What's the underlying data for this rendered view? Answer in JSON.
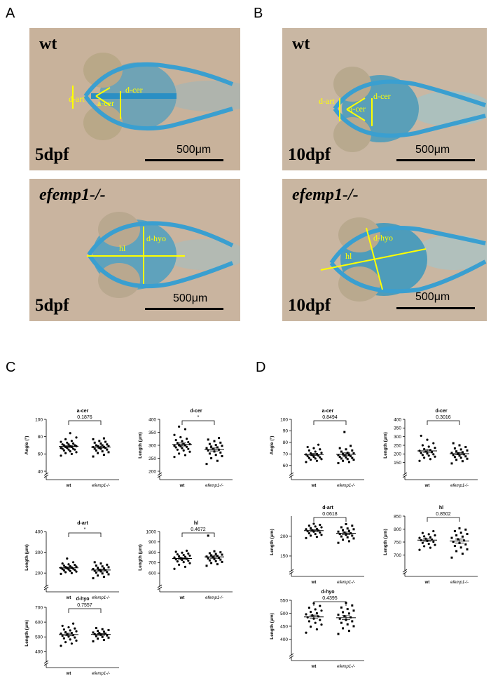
{
  "panels": {
    "A": "A",
    "B": "B",
    "C": "C",
    "D": "D"
  },
  "photos": [
    {
      "genotype": "wt",
      "stage": "5dpf",
      "scale": "500μm",
      "labels": [
        "d-art",
        "a-cer",
        "d-cer"
      ]
    },
    {
      "genotype": "wt",
      "stage": "10dpf",
      "scale": "500μm",
      "labels": [
        "d-art",
        "a-cer",
        "d-cer"
      ]
    },
    {
      "genotype": "efemp1-/-",
      "stage": "5dpf",
      "scale": "500μm",
      "labels": [
        "hl",
        "d-hyo"
      ]
    },
    {
      "genotype": "efemp1-/-",
      "stage": "10dpf",
      "scale": "500μm",
      "labels": [
        "hl",
        "d-hyo"
      ]
    }
  ],
  "chart_data": [
    {
      "panel": "C",
      "type": "scatter",
      "title": "a-cer",
      "ylabel": "Angle (°)",
      "ylim": [
        40,
        100
      ],
      "yticks": [
        40,
        60,
        80,
        100
      ],
      "categories": [
        "wt",
        "efemp1-/-"
      ],
      "pvalue": "0.1876",
      "series": [
        {
          "name": "wt",
          "values": [
            58,
            60,
            61,
            62,
            63,
            64,
            65,
            65,
            66,
            66,
            67,
            67,
            68,
            68,
            69,
            69,
            70,
            70,
            71,
            71,
            72,
            73,
            74,
            75,
            77,
            79,
            84
          ]
        },
        {
          "name": "efemp1-/-",
          "values": [
            57,
            59,
            61,
            62,
            63,
            64,
            65,
            66,
            66,
            67,
            67,
            68,
            68,
            69,
            69,
            70,
            70,
            71,
            72,
            73,
            74,
            75,
            77,
            78
          ]
        }
      ]
    },
    {
      "panel": "C",
      "type": "scatter",
      "title": "d-cer",
      "ylabel": "Length (μm)",
      "ylim": [
        200,
        400
      ],
      "yticks": [
        200,
        250,
        300,
        350,
        400
      ],
      "categories": [
        "wt",
        "efemp1-/-"
      ],
      "pvalue": "*",
      "series": [
        {
          "name": "wt",
          "values": [
            255,
            262,
            268,
            275,
            280,
            283,
            286,
            289,
            292,
            294,
            296,
            298,
            300,
            302,
            304,
            306,
            309,
            312,
            316,
            320,
            325,
            331,
            340,
            362,
            372
          ]
        },
        {
          "name": "efemp1-/-",
          "values": [
            228,
            240,
            250,
            258,
            263,
            268,
            272,
            276,
            280,
            283,
            286,
            289,
            292,
            295,
            298,
            301,
            305,
            310,
            316,
            322,
            328
          ]
        }
      ]
    },
    {
      "panel": "C",
      "type": "scatter",
      "title": "d-art",
      "ylabel": "Length (μm)",
      "ylim": [
        150,
        400
      ],
      "yticks": [
        200,
        300,
        400
      ],
      "categories": [
        "wt",
        "efemp1-/-"
      ],
      "pvalue": "*",
      "series": [
        {
          "name": "wt",
          "values": [
            196,
            200,
            204,
            207,
            210,
            213,
            215,
            217,
            219,
            221,
            223,
            225,
            227,
            229,
            231,
            233,
            236,
            239,
            242,
            246,
            252,
            270
          ]
        },
        {
          "name": "efemp1-/-",
          "values": [
            175,
            182,
            188,
            194,
            198,
            202,
            205,
            208,
            211,
            214,
            216,
            219,
            222,
            225,
            228,
            232,
            236,
            240,
            246,
            252
          ]
        }
      ]
    },
    {
      "panel": "C",
      "type": "scatter",
      "title": "hl",
      "ylabel": "Length (μm)",
      "ylim": [
        500,
        1000
      ],
      "yticks": [
        600,
        700,
        800,
        900,
        1000
      ],
      "categories": [
        "wt",
        "efemp1-/-"
      ],
      "pvalue": "0.4672",
      "series": [
        {
          "name": "wt",
          "values": [
            640,
            660,
            680,
            695,
            705,
            712,
            720,
            726,
            732,
            738,
            744,
            750,
            756,
            762,
            768,
            774,
            780,
            788,
            796,
            805,
            815
          ]
        },
        {
          "name": "efemp1-/-",
          "values": [
            670,
            685,
            697,
            707,
            715,
            722,
            729,
            735,
            741,
            747,
            753,
            759,
            765,
            771,
            777,
            784,
            791,
            800,
            810,
            960
          ]
        }
      ]
    },
    {
      "panel": "C",
      "type": "scatter",
      "title": "d-hyo",
      "ylabel": "Length (μm)",
      "ylim": [
        350,
        700
      ],
      "yticks": [
        400,
        500,
        600,
        700
      ],
      "categories": [
        "wt",
        "efemp1-/-"
      ],
      "pvalue": "0.7557",
      "series": [
        {
          "name": "wt",
          "values": [
            440,
            455,
            465,
            475,
            483,
            490,
            496,
            502,
            507,
            512,
            517,
            522,
            527,
            532,
            538,
            544,
            550,
            557,
            565,
            575,
            590
          ]
        },
        {
          "name": "efemp1-/-",
          "values": [
            470,
            480,
            488,
            495,
            500,
            505,
            510,
            514,
            518,
            522,
            526,
            530,
            535,
            540,
            546,
            552,
            560
          ]
        }
      ]
    },
    {
      "panel": "D",
      "type": "scatter",
      "title": "a-cer",
      "ylabel": "Angle (°)",
      "ylim": [
        55,
        100
      ],
      "yticks": [
        60,
        70,
        80,
        90,
        100
      ],
      "categories": [
        "wt",
        "efemp1-/-"
      ],
      "pvalue": "0.8494",
      "series": [
        {
          "name": "wt",
          "values": [
            63,
            64,
            65,
            65.5,
            66,
            66.5,
            67,
            67.5,
            68,
            68.5,
            69,
            69.5,
            70,
            70.5,
            71,
            72,
            73,
            74,
            75,
            76,
            78
          ]
        },
        {
          "name": "efemp1-/-",
          "values": [
            62,
            63,
            64,
            65,
            65.5,
            66,
            66.5,
            67,
            67.5,
            68,
            68.5,
            69,
            69.5,
            70,
            70.5,
            71,
            72,
            73,
            74,
            75,
            77,
            89
          ]
        }
      ]
    },
    {
      "panel": "D",
      "type": "scatter",
      "title": "d-cer",
      "ylabel": "Length (μm)",
      "ylim": [
        100,
        400
      ],
      "yticks": [
        150,
        200,
        250,
        300,
        350,
        400
      ],
      "categories": [
        "wt",
        "efemp1-/-"
      ],
      "pvalue": "0.3016",
      "series": [
        {
          "name": "wt",
          "values": [
            160,
            170,
            178,
            184,
            190,
            194,
            198,
            202,
            206,
            210,
            214,
            218,
            222,
            228,
            235,
            242,
            250,
            262,
            282,
            305
          ]
        },
        {
          "name": "efemp1-/-",
          "values": [
            145,
            158,
            166,
            172,
            178,
            182,
            186,
            190,
            194,
            198,
            202,
            206,
            210,
            215,
            220,
            226,
            232,
            240,
            250,
            262
          ]
        }
      ]
    },
    {
      "panel": "D",
      "type": "scatter",
      "title": "d-art",
      "ylabel": "Length (μm)",
      "ylim": [
        120,
        250
      ],
      "yticks": [
        150,
        200
      ],
      "categories": [
        "wt",
        "efemp1-/-"
      ],
      "pvalue": "0.0618",
      "series": [
        {
          "name": "wt",
          "values": [
            195,
            198,
            201,
            203,
            205,
            207,
            209,
            211,
            212,
            214,
            215,
            217,
            218,
            220,
            222,
            224,
            226,
            228,
            231
          ]
        },
        {
          "name": "efemp1-/-",
          "values": [
            183,
            187,
            191,
            194,
            197,
            199,
            201,
            203,
            205,
            207,
            209,
            211,
            213,
            215,
            217,
            219,
            222,
            226,
            230
          ]
        }
      ]
    },
    {
      "panel": "D",
      "type": "scatter",
      "title": "hl",
      "ylabel": "Length (μm)",
      "ylim": [
        650,
        850
      ],
      "yticks": [
        700,
        750,
        800,
        850
      ],
      "categories": [
        "wt",
        "efemp1-/-"
      ],
      "pvalue": "0.8502",
      "series": [
        {
          "name": "wt",
          "values": [
            720,
            728,
            734,
            739,
            743,
            747,
            751,
            754,
            757,
            760,
            763,
            766,
            769,
            772,
            776,
            780,
            785,
            792
          ]
        },
        {
          "name": "efemp1-/-",
          "values": [
            690,
            705,
            715,
            722,
            729,
            735,
            741,
            746,
            751,
            756,
            761,
            766,
            771,
            776,
            781,
            786,
            792,
            798,
            803
          ]
        }
      ]
    },
    {
      "panel": "D",
      "type": "scatter",
      "title": "d-hyo",
      "ylabel": "Length (μm)",
      "ylim": [
        350,
        550
      ],
      "yticks": [
        400,
        450,
        500,
        550
      ],
      "categories": [
        "wt",
        "efemp1-/-"
      ],
      "pvalue": "0.4395",
      "series": [
        {
          "name": "wt",
          "values": [
            425,
            438,
            448,
            456,
            463,
            469,
            474,
            479,
            484,
            488,
            492,
            496,
            500,
            505,
            510,
            515,
            521,
            528,
            538
          ]
        },
        {
          "name": "efemp1-/-",
          "values": [
            420,
            432,
            442,
            450,
            457,
            463,
            469,
            474,
            479,
            484,
            489,
            494,
            499,
            504,
            510,
            516,
            522,
            530,
            540
          ]
        }
      ]
    }
  ]
}
